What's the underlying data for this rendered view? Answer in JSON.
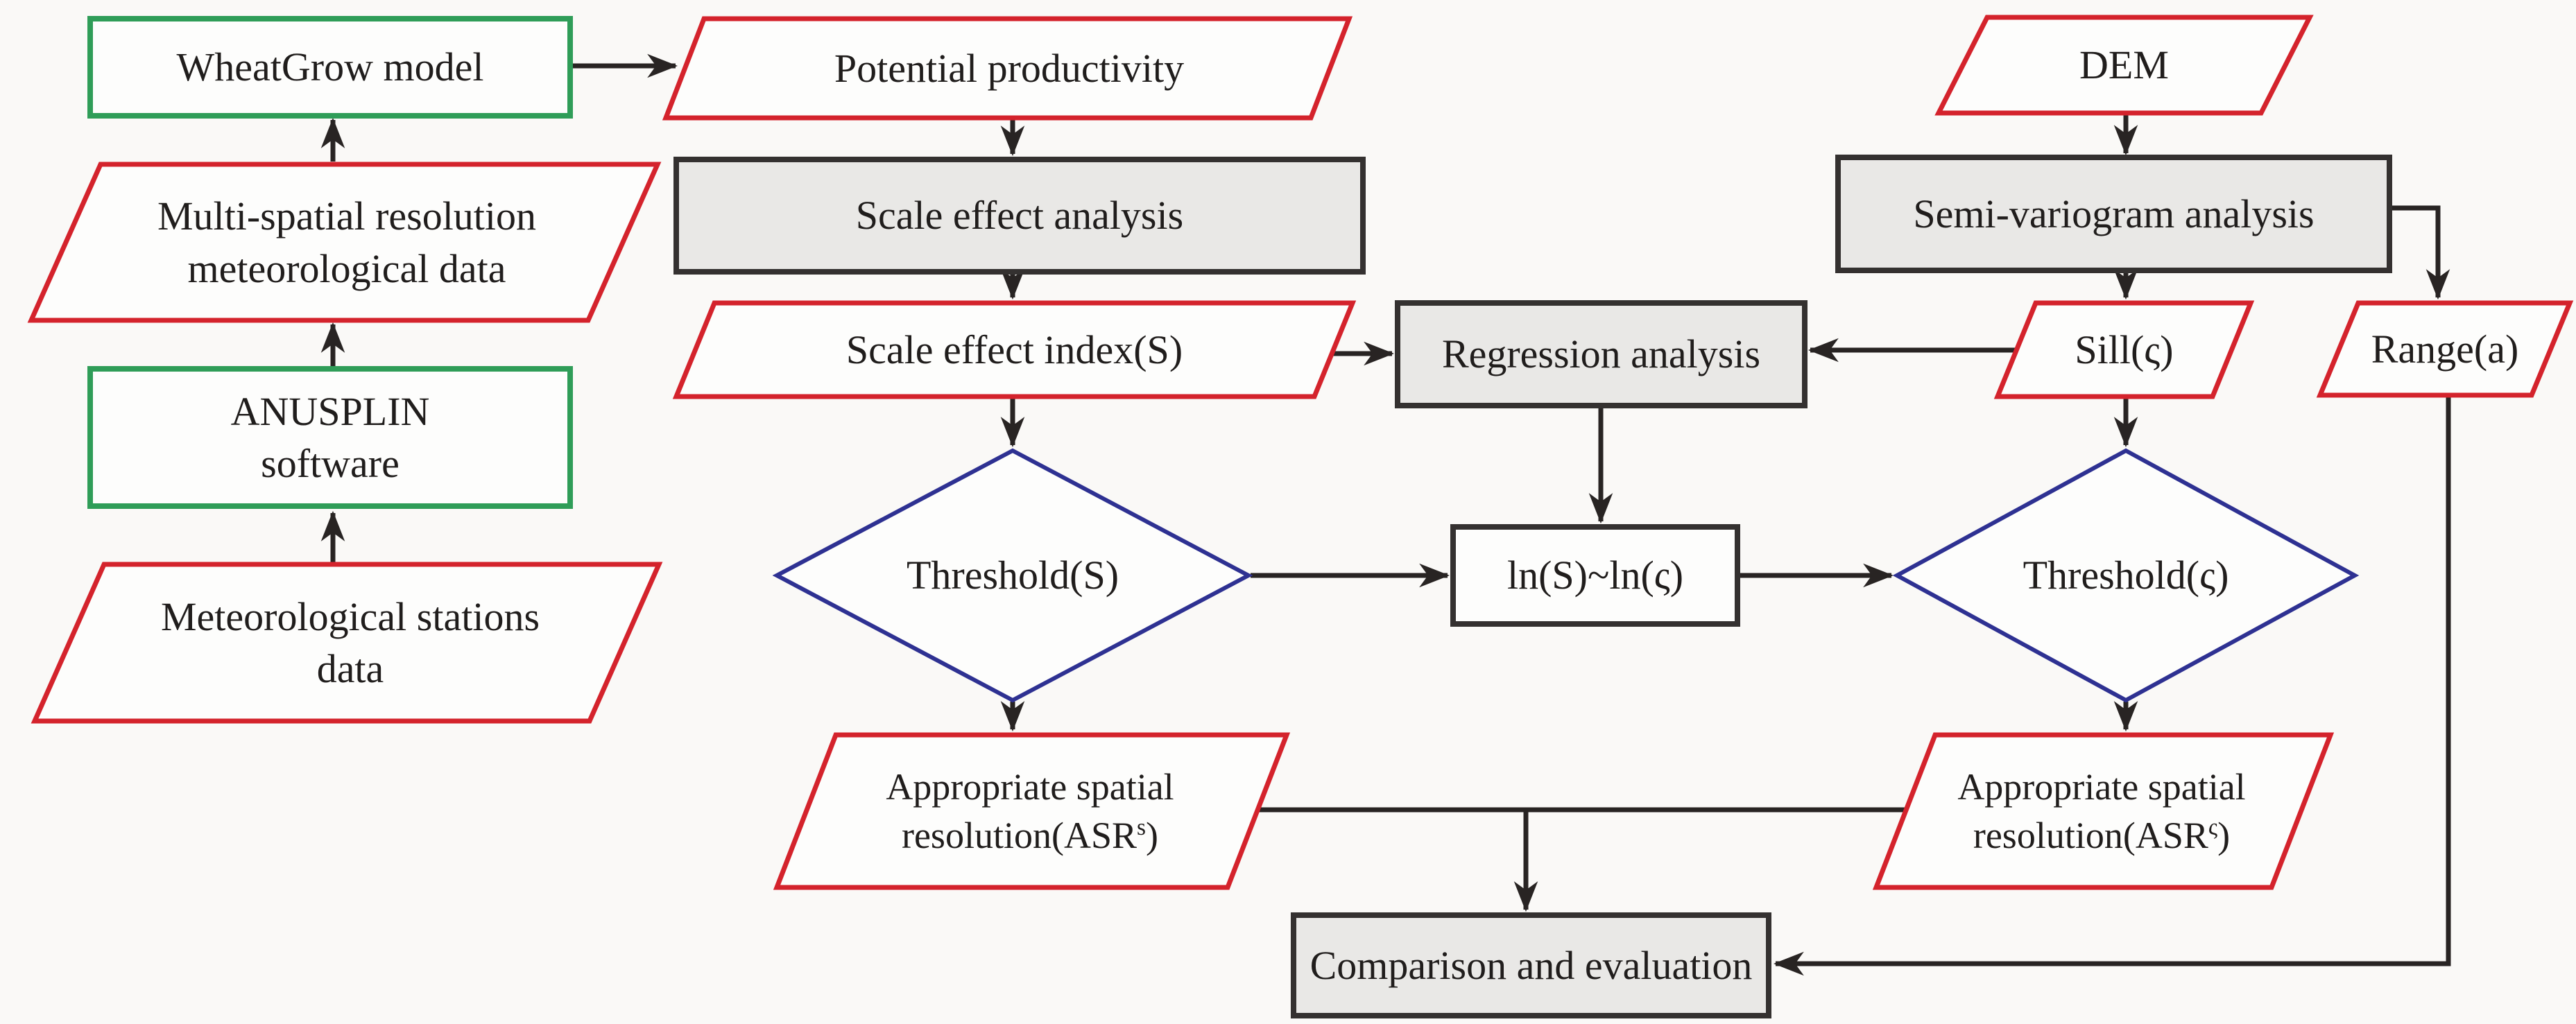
{
  "diagram_type": "methodology-flowchart",
  "colors": {
    "background": "#faf9f7",
    "node_fill": "#fdfdfc",
    "data_red": "#d4232c",
    "software_green": "#2f9d58",
    "decision_blue": "#2e3192",
    "process_fill": "#e9e8e6",
    "process_border": "#343130",
    "connector": "#282423",
    "text": "#201d1c"
  },
  "nodes": {
    "wheatgrow": {
      "label": "WheatGrow model",
      "shape": "rectangle",
      "role": "model"
    },
    "multi_met": {
      "lines": [
        "Multi-spatial resolution",
        "meteorological data"
      ],
      "shape": "parallelogram",
      "role": "data"
    },
    "anusplin": {
      "lines": [
        "ANUSPLIN",
        "software"
      ],
      "shape": "rectangle",
      "role": "software"
    },
    "met_stations": {
      "lines": [
        "Meteorological stations",
        "data"
      ],
      "shape": "parallelogram",
      "role": "data"
    },
    "potential": {
      "label": "Potential productivity",
      "shape": "parallelogram",
      "role": "data"
    },
    "scale_effect_analysis": {
      "label": "Scale effect analysis",
      "shape": "process",
      "role": "process"
    },
    "scale_effect_index": {
      "label": "Scale effect index(S)",
      "shape": "parallelogram",
      "role": "data"
    },
    "regression": {
      "label": "Regression analysis",
      "shape": "process",
      "role": "process"
    },
    "threshold_s": {
      "label": "Threshold(S)",
      "shape": "diamond",
      "role": "decision"
    },
    "ln_relation": {
      "label": "ln(S)~ln(ς)",
      "shape": "rectangle",
      "role": "relation"
    },
    "dem": {
      "label": "DEM",
      "shape": "parallelogram",
      "role": "data"
    },
    "semi_variogram": {
      "label": "Semi-variogram analysis",
      "shape": "process",
      "role": "process"
    },
    "sill": {
      "label": "Sill(ς)",
      "shape": "parallelogram",
      "role": "data"
    },
    "range": {
      "label": "Range(a)",
      "shape": "parallelogram",
      "role": "data"
    },
    "threshold_sigma": {
      "label": "Threshold(ς)",
      "shape": "diamond",
      "role": "decision"
    },
    "asr_s": {
      "line1": "Appropriate spatial",
      "line2_pre": "resolution(ASR",
      "sup": "s",
      "line2_post": ")",
      "shape": "parallelogram",
      "role": "data"
    },
    "asr_sigma": {
      "line1": "Appropriate spatial",
      "line2_pre": "resolution(ASR",
      "sup": "ς",
      "line2_post": ")",
      "shape": "parallelogram",
      "role": "data"
    },
    "comparison": {
      "label": "Comparison and evaluation",
      "shape": "process",
      "role": "process"
    }
  }
}
